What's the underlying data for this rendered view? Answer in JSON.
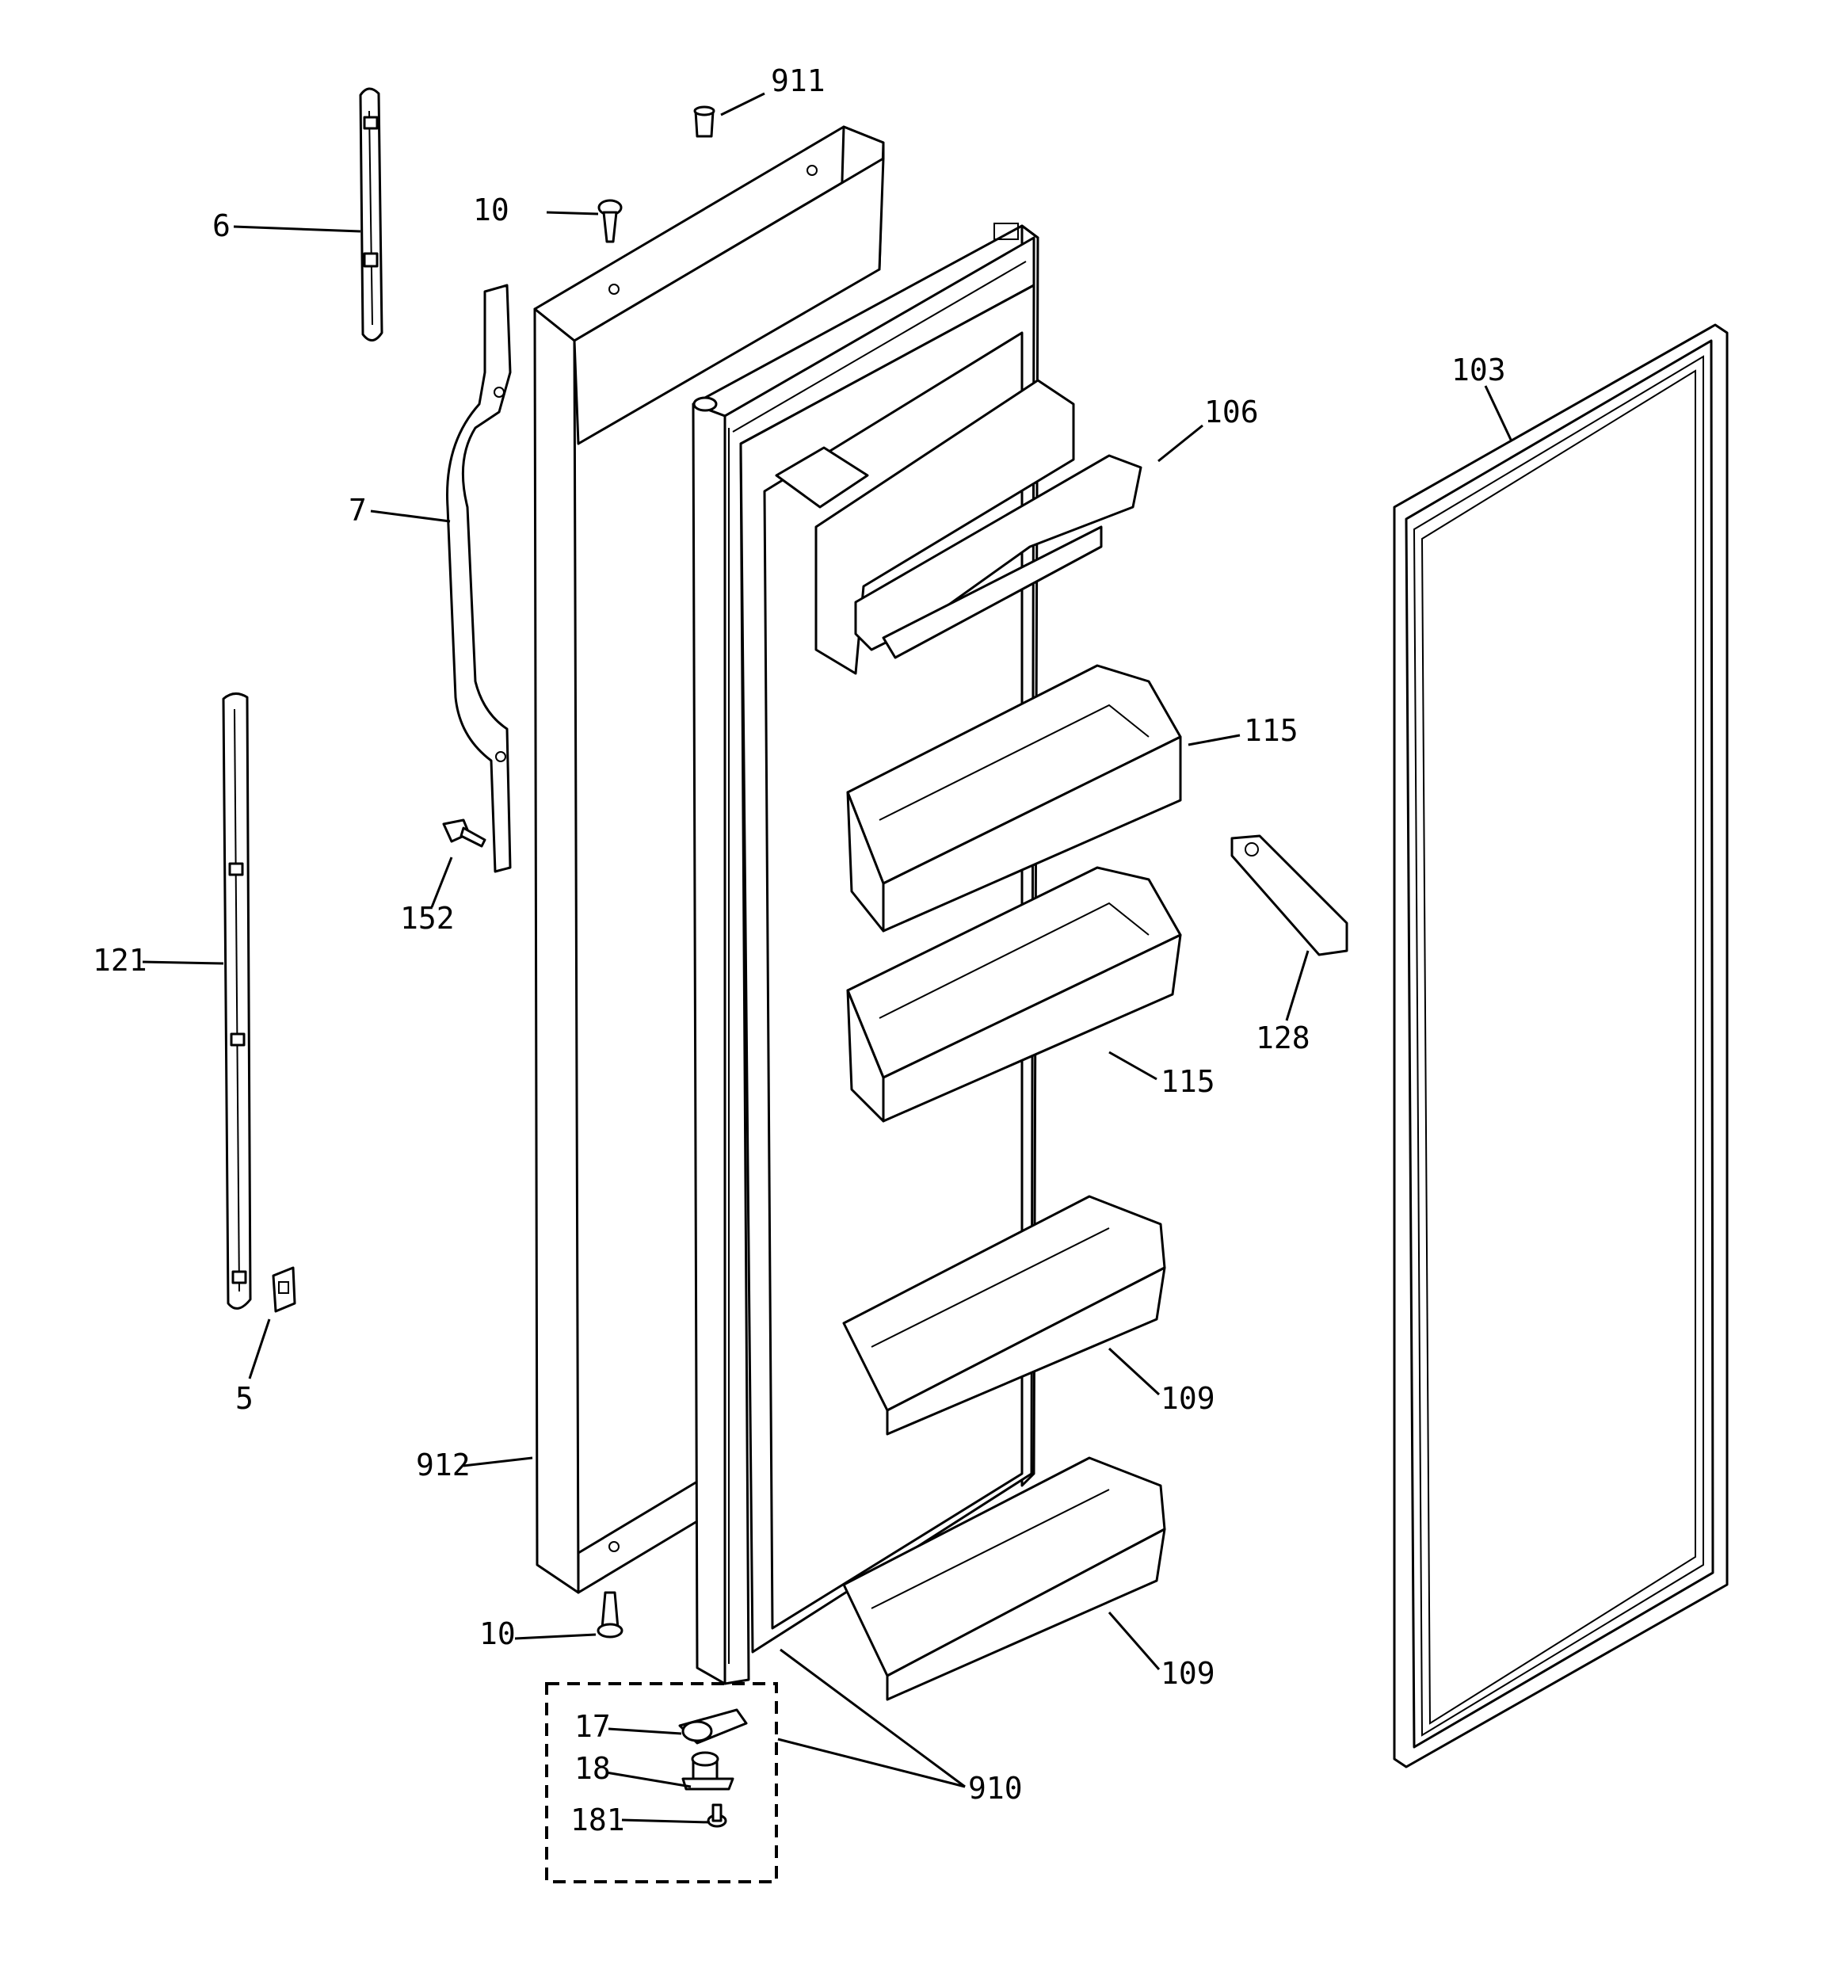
{
  "callouts": {
    "p911": "911",
    "p10_top": "10",
    "p6": "6",
    "p7": "7",
    "p152": "152",
    "p121": "121",
    "p5": "5",
    "p912": "912",
    "p10_bottom": "10",
    "p17": "17",
    "p18": "18",
    "p181": "181",
    "p910": "910",
    "p106": "106",
    "p115_top": "115",
    "p115_bottom": "115",
    "p128": "128",
    "p109_top": "109",
    "p109_bottom": "109",
    "p103": "103"
  }
}
